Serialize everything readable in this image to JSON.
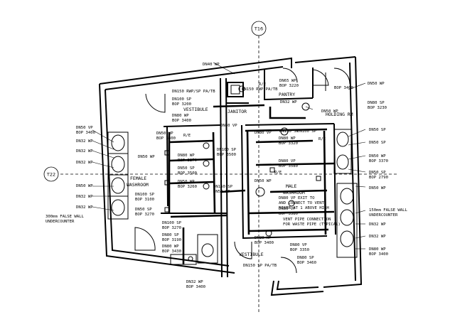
{
  "grid": {
    "vertical": "T16",
    "horizontal": "T22"
  },
  "rooms": {
    "vestibule_top": "VESTIBULE",
    "janitor": "JANITOR",
    "pantry": "PANTRY",
    "holding": "HOLDING RM",
    "female_1": "FEMALE",
    "female_2": "WASHROOM",
    "male_1": "MALE",
    "male_2": "WASHROOM",
    "vestibule_bottom": "VESTIBULE"
  },
  "left_labels": [
    "DN50 VP",
    "BOP 3400",
    "DN32 WP",
    "DN32 WP",
    "DN32 WP",
    "DN50 WP",
    "DN32 WP",
    "DN32 WP",
    "300mm FALSE WALL",
    "UNDERCOUNTER"
  ],
  "right_labels": [
    "DN50 WP",
    "DN80 SP",
    "BOP 3230",
    "DN50 SP",
    "DN50 SP",
    "DN50 WP",
    "BOP 3370",
    "DN50 SP",
    "BOP 2790",
    "DN50 WP",
    "150mm FALSE WALL",
    "UNDERCOUNTER",
    "DN32 WP",
    "DN32 WP",
    "DN80 WP",
    "BOP 3400"
  ],
  "center_labels": [
    "DN40 WP",
    "DN150 RWP/SP PA/TB",
    "DN100 SP",
    "BOP 3200",
    "DN80 WP",
    "BOP 3400",
    "DN65 WP",
    "BOP 3220",
    "R/E",
    "DN32 WP",
    "DN50 WP",
    "BOP 3400",
    "DN80 WP",
    "BOP 3270",
    "DN100 SP",
    "BOP 3500",
    "DN50 SP",
    "BOP 3500",
    "DN50 WP",
    "BOP 3260",
    "DN50 WP",
    "DN150 SP",
    "DN50 SP",
    "DN80 WP",
    "BOP 3320",
    "DN80 VP",
    "BOP 3580",
    "R/E",
    "DN100 SP",
    "BOP 3100",
    "DN50 SP",
    "BOP 3270",
    "DN80 VP",
    "BOP 3380",
    "VENT PIPE CONNECTION",
    "FOR WASTE PIPE (TYPICAL)",
    "DN100 SP",
    "BOP 3270",
    "DN80 SP",
    "BOP 3190",
    "DN80 WP",
    "BOP 3430",
    "DN80 VP",
    "BOP 3350",
    "DN150 SP PA/TB",
    "DN80 SP",
    "BOP 3460",
    "DN32 WP",
    "BOP 3400",
    "DN80 VP",
    "DN50 WP",
    "BOP 3400",
    "DN150 RWP PA/TB",
    "DN150 SP",
    "DN80 VP",
    "DN100 SP",
    "R/E",
    "R/E",
    "DN80 VP EXIT TO",
    "AND CONNECT TO VENT",
    "RISER AT 1 ABOVE HIGH",
    "DN50 WP",
    "DN80 WP",
    "BOP 3400"
  ]
}
